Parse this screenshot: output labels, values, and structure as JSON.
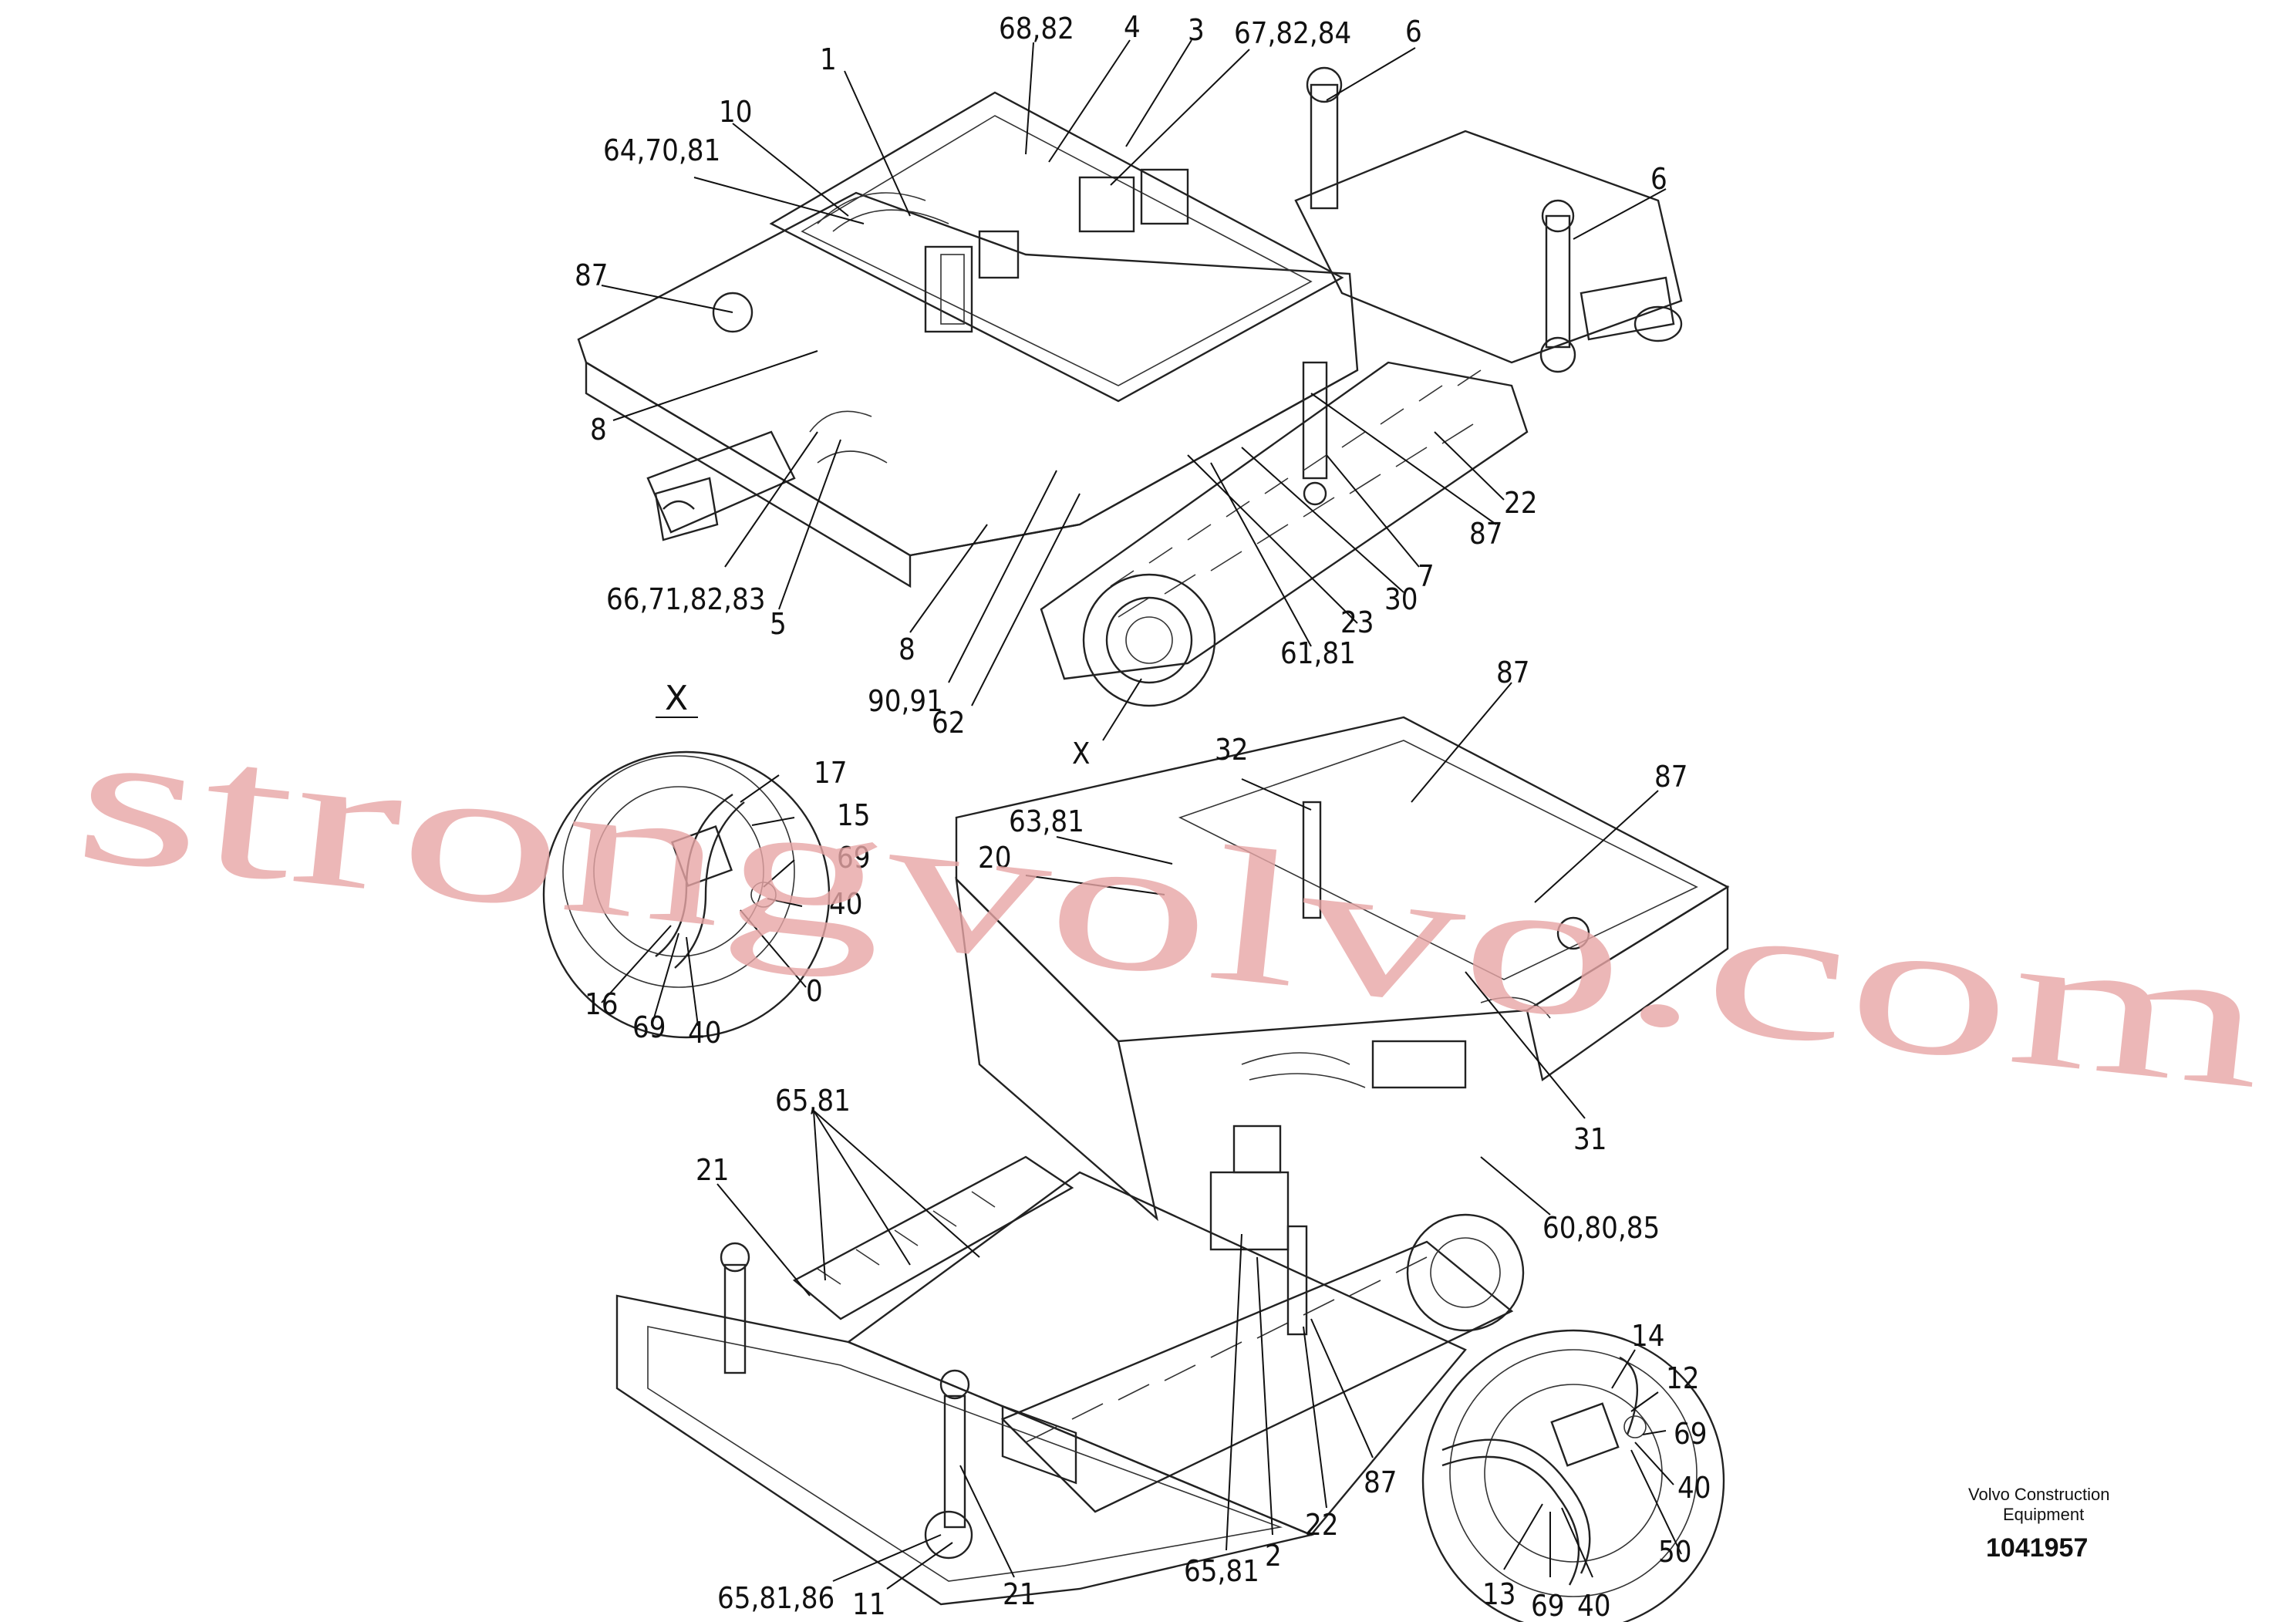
{
  "watermark": "strongvolvo.com",
  "footer": {
    "company_line1": "Volvo Construction",
    "company_line2": "Equipment",
    "drawing_number": "1041957"
  },
  "detail_label": "X",
  "callouts_top": {
    "c1": "1",
    "c68_82": "68,82",
    "c4": "4",
    "c3": "3",
    "c67_82_84": "67,82,84",
    "c6a": "6",
    "c10": "10",
    "c64_70_81": "64,70,81",
    "c6b": "6",
    "c87a": "87",
    "c8a": "8",
    "c22": "22",
    "c87b": "87",
    "c7": "7",
    "c30": "30",
    "c66_71_82_83": "66,71,82,83",
    "c5": "5",
    "c23": "23",
    "c8b": "8",
    "c61_81": "61,81",
    "c90_91": "90,91",
    "c62": "62",
    "cX": "X"
  },
  "callouts_detail_upper": {
    "c17": "17",
    "c15": "15",
    "c69a": "69",
    "c40a": "40",
    "c0": "0",
    "c16": "16",
    "c69b": "69",
    "c40b": "40"
  },
  "callouts_bottom": {
    "c87c": "87",
    "c32": "32",
    "c87d": "87",
    "c63_81": "63,81",
    "c20": "20",
    "c31": "31",
    "c65_81a": "65,81",
    "c21a": "21",
    "c60_80_85": "60,80,85",
    "c87e": "87",
    "c2": "2",
    "c22b": "22",
    "c65_81b": "65,81",
    "c65_81_86": "65,81,86",
    "c11": "11",
    "c21b": "21"
  },
  "callouts_detail_lower": {
    "c14": "14",
    "c12": "12",
    "c69c": "69",
    "c40c": "40",
    "c50": "50",
    "c13": "13",
    "c69d": "69",
    "c40d": "40"
  }
}
